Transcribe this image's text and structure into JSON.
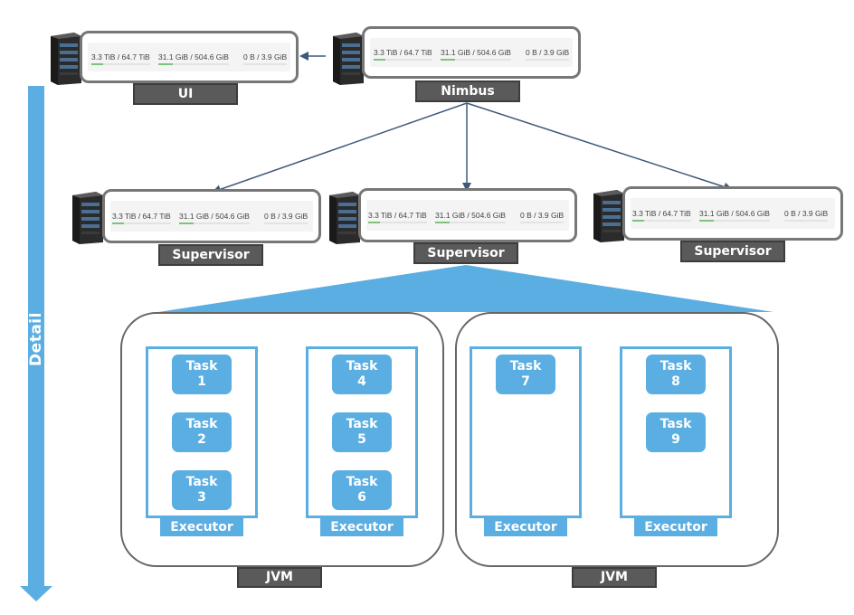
{
  "nodes": {
    "ui": {
      "label": "UI",
      "stats": [
        "3.3 TiB / 64.7 TiB",
        "31.1 GiB / 504.6 GiB",
        "0 B / 3.9 GiB"
      ]
    },
    "nimbus": {
      "label": "Nimbus",
      "stats": [
        "3.3 TiB / 64.7 TiB",
        "31.1 GiB / 504.6 GiB",
        "0 B / 3.9 GiB"
      ]
    },
    "supervisors": [
      {
        "label": "Supervisor",
        "stats": [
          "3.3 TiB / 64.7 TiB",
          "31.1 GiB / 504.6 GiB",
          "0 B / 3.9 GiB"
        ]
      },
      {
        "label": "Supervisor",
        "stats": [
          "3.3 TiB / 64.7 TiB",
          "31.1 GiB / 504.6 GiB",
          "0 B / 3.9 GiB"
        ]
      },
      {
        "label": "Supervisor",
        "stats": [
          "3.3 TiB / 64.7 TiB",
          "31.1 GiB / 504.6 GiB",
          "0 B / 3.9 GiB"
        ]
      }
    ]
  },
  "detail_label": "Detail",
  "jvms": [
    {
      "label": "JVM",
      "executors": [
        {
          "label": "Executor",
          "tasks": [
            {
              "word": "Task",
              "num": "1"
            },
            {
              "word": "Task",
              "num": "2"
            },
            {
              "word": "Task",
              "num": "3"
            }
          ]
        },
        {
          "label": "Executor",
          "tasks": [
            {
              "word": "Task",
              "num": "4"
            },
            {
              "word": "Task",
              "num": "5"
            },
            {
              "word": "Task",
              "num": "6"
            }
          ]
        }
      ]
    },
    {
      "label": "JVM",
      "executors": [
        {
          "label": "Executor",
          "tasks": [
            {
              "word": "Task",
              "num": "7"
            }
          ]
        },
        {
          "label": "Executor",
          "tasks": [
            {
              "word": "Task",
              "num": "8"
            },
            {
              "word": "Task",
              "num": "9"
            }
          ]
        }
      ]
    }
  ],
  "colors": {
    "accent": "#5aaee2",
    "label_bg": "#5a5a5a",
    "border": "#777777",
    "arrow": "#3d5a7a",
    "bar_fill": "#7bc47a"
  }
}
